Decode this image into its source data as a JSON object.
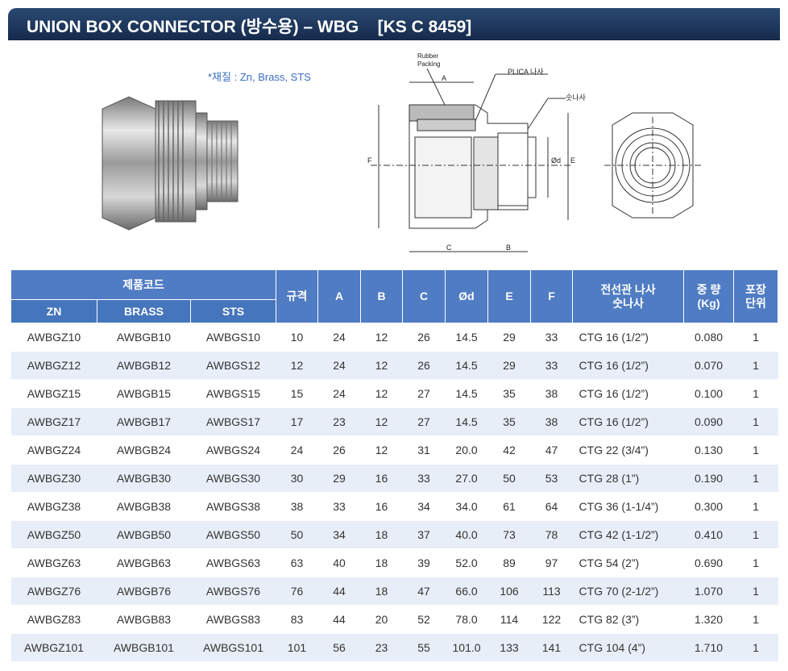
{
  "title": "UNION BOX CONNECTOR (방수용) – WBG    [KS C 8459]",
  "material_note": "*재질 : Zn, Brass, STS",
  "drawing": {
    "rubber_packing": "Rubber\nPacking",
    "plica_thread": "PLICA 나사",
    "male_thread": "숫나사",
    "dim_a": "A",
    "dim_b": "B",
    "dim_c": "C",
    "dim_d": "Ød",
    "dim_e": "E",
    "dim_f": "F"
  },
  "table": {
    "header": {
      "product_code": "제품코드",
      "zn": "ZN",
      "brass": "BRASS",
      "sts": "STS",
      "size": "규격",
      "a": "A",
      "b": "B",
      "c": "C",
      "d": "Ød",
      "e": "E",
      "f": "F",
      "thread": "전선관 나사\n숫나사",
      "weight": "중 량\n(Kg)",
      "pack": "포장\n단위"
    },
    "rows": [
      [
        "AWBGZ10",
        "AWBGB10",
        "AWBGS10",
        "10",
        "24",
        "12",
        "26",
        "14.5",
        "29",
        "33",
        "CTG 16 (1/2”)",
        "0.080",
        "1"
      ],
      [
        "AWBGZ12",
        "AWBGB12",
        "AWBGS12",
        "12",
        "24",
        "12",
        "26",
        "14.5",
        "29",
        "33",
        "CTG 16 (1/2”)",
        "0.070",
        "1"
      ],
      [
        "AWBGZ15",
        "AWBGB15",
        "AWBGS15",
        "15",
        "24",
        "12",
        "27",
        "14.5",
        "35",
        "38",
        "CTG 16 (1/2”)",
        "0.100",
        "1"
      ],
      [
        "AWBGZ17",
        "AWBGB17",
        "AWBGS17",
        "17",
        "23",
        "12",
        "27",
        "14.5",
        "35",
        "38",
        "CTG 16 (1/2”)",
        "0.090",
        "1"
      ],
      [
        "AWBGZ24",
        "AWBGB24",
        "AWBGS24",
        "24",
        "26",
        "12",
        "31",
        "20.0",
        "42",
        "47",
        "CTG 22 (3/4”)",
        "0.130",
        "1"
      ],
      [
        "AWBGZ30",
        "AWBGB30",
        "AWBGS30",
        "30",
        "29",
        "16",
        "33",
        "27.0",
        "50",
        "53",
        "CTG 28 (1”)",
        "0.190",
        "1"
      ],
      [
        "AWBGZ38",
        "AWBGB38",
        "AWBGS38",
        "38",
        "33",
        "16",
        "34",
        "34.0",
        "61",
        "64",
        "CTG 36 (1-1/4”)",
        "0.300",
        "1"
      ],
      [
        "AWBGZ50",
        "AWBGB50",
        "AWBGS50",
        "50",
        "34",
        "18",
        "37",
        "40.0",
        "73",
        "78",
        "CTG 42 (1-1/2”)",
        "0.410",
        "1"
      ],
      [
        "AWBGZ63",
        "AWBGB63",
        "AWBGS63",
        "63",
        "40",
        "18",
        "39",
        "52.0",
        "89",
        "97",
        "CTG 54 (2”)",
        "0.690",
        "1"
      ],
      [
        "AWBGZ76",
        "AWBGB76",
        "AWBGS76",
        "76",
        "44",
        "18",
        "47",
        "66.0",
        "106",
        "113",
        "CTG 70 (2-1/2”)",
        "1.070",
        "1"
      ],
      [
        "AWBGZ83",
        "AWBGB83",
        "AWBGS83",
        "83",
        "44",
        "20",
        "52",
        "78.0",
        "114",
        "122",
        "CTG 82 (3”)",
        "1.320",
        "1"
      ],
      [
        "AWBGZ101",
        "AWBGB101",
        "AWBGS101",
        "101",
        "56",
        "23",
        "55",
        "101.0",
        "133",
        "141",
        "CTG 104 (4”)",
        "1.710",
        "1"
      ]
    ]
  }
}
